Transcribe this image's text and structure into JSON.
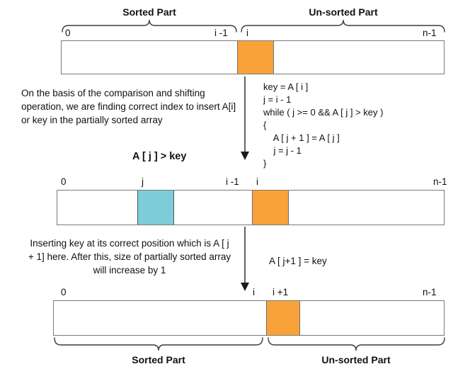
{
  "diagram": {
    "title": "Insertion Sort step diagram",
    "colors": {
      "key_cell": "#faa23a",
      "compare_cell": "#7ccdd7",
      "array_border": "#7a7a7a",
      "text": "#111111"
    },
    "row1": {
      "braces": {
        "sorted_label": "Sorted Part",
        "unsorted_label": "Un-sorted Part"
      },
      "indices": {
        "start": "0",
        "sorted_end": "i -1",
        "key": "i",
        "end": "n-1"
      }
    },
    "step1": {
      "description": "On the basis of the comparison and shifting operation, we are finding correct index to insert A[i] or key in the partially sorted array",
      "code_lines": [
        "key = A [ i ]",
        "j = i - 1",
        "while ( j >= 0 && A [ j ] > key )",
        "{",
        "    A [ j + 1 ] = A [ j ]",
        "    j = j - 1",
        "}"
      ]
    },
    "row2": {
      "condition_label": "A [ j ] > key",
      "indices": {
        "start": "0",
        "j": "j",
        "sorted_end": "i -1",
        "key": "i",
        "end": "n-1"
      }
    },
    "step2": {
      "description": "Inserting key at its correct position which is A [ j + 1] here. After this, size of partially sorted array will increase by 1",
      "assignment_label": "A [ j+1 ] = key"
    },
    "row3": {
      "indices": {
        "start": "0",
        "i": "i",
        "i_plus_1": "i +1",
        "end": "n-1"
      },
      "braces": {
        "sorted_label": "Sorted Part",
        "unsorted_label": "Un-sorted Part"
      }
    }
  }
}
